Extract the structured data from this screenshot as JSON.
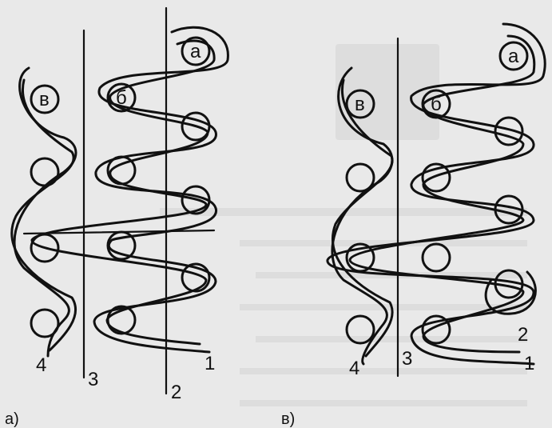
{
  "figures": [
    {
      "caption": "а)",
      "circle_labels": {
        "a": "а",
        "b": "б",
        "v": "в"
      },
      "thread_labels": [
        "1",
        "2",
        "3",
        "4"
      ]
    },
    {
      "caption": "в)",
      "circle_labels": {
        "a": "а",
        "b": "б",
        "v": "в"
      },
      "thread_labels": [
        "1",
        "2",
        "3",
        "4"
      ]
    }
  ]
}
